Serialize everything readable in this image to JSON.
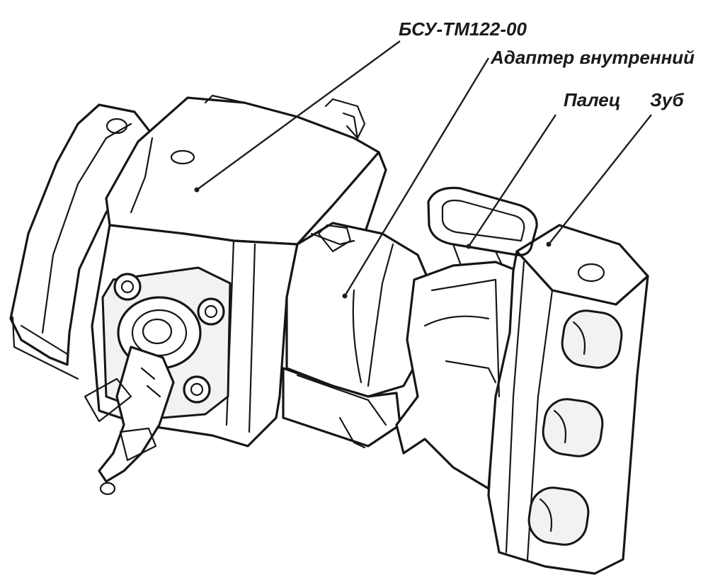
{
  "labels": {
    "bsu": "БСУ-ТМ122-00",
    "adapter": "Адаптер внутренний",
    "pin": "Палец",
    "tooth": "Зуб"
  },
  "colors": {
    "line": "#161616",
    "background": "#ffffff"
  }
}
